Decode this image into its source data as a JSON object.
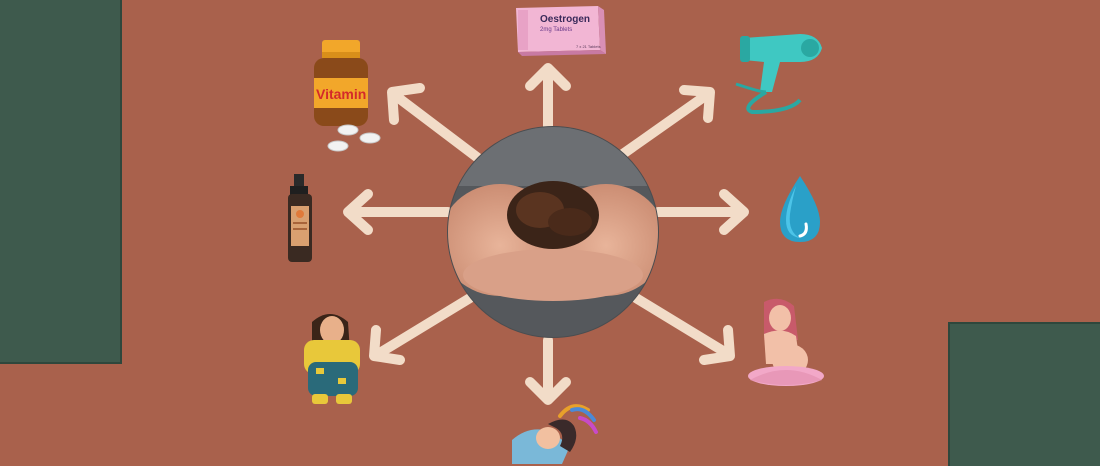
{
  "colors": {
    "background": "#a9614c",
    "panel": "#3e5a4d",
    "arrow": "#f2dcc8"
  },
  "center_image": {
    "icon": "hands-holding-hair-photo"
  },
  "items": {
    "vitamin": {
      "icon": "vitamin-bottle-icon",
      "label": "Vitamin"
    },
    "oestrogen": {
      "icon": "oestrogen-box-icon",
      "label": "Oestrogen",
      "sublabel": "2mg Tablets",
      "small_print": "7 x 21 Tablets"
    },
    "hairdryer": {
      "icon": "hair-dryer-icon"
    },
    "water": {
      "icon": "water-drop-icon"
    },
    "serum": {
      "icon": "serum-bottle-icon"
    },
    "stressed": {
      "icon": "stressed-woman-icon"
    },
    "pregnant": {
      "icon": "pregnant-woman-icon"
    },
    "hair_pulling": {
      "icon": "hair-styling-woman-icon"
    }
  }
}
